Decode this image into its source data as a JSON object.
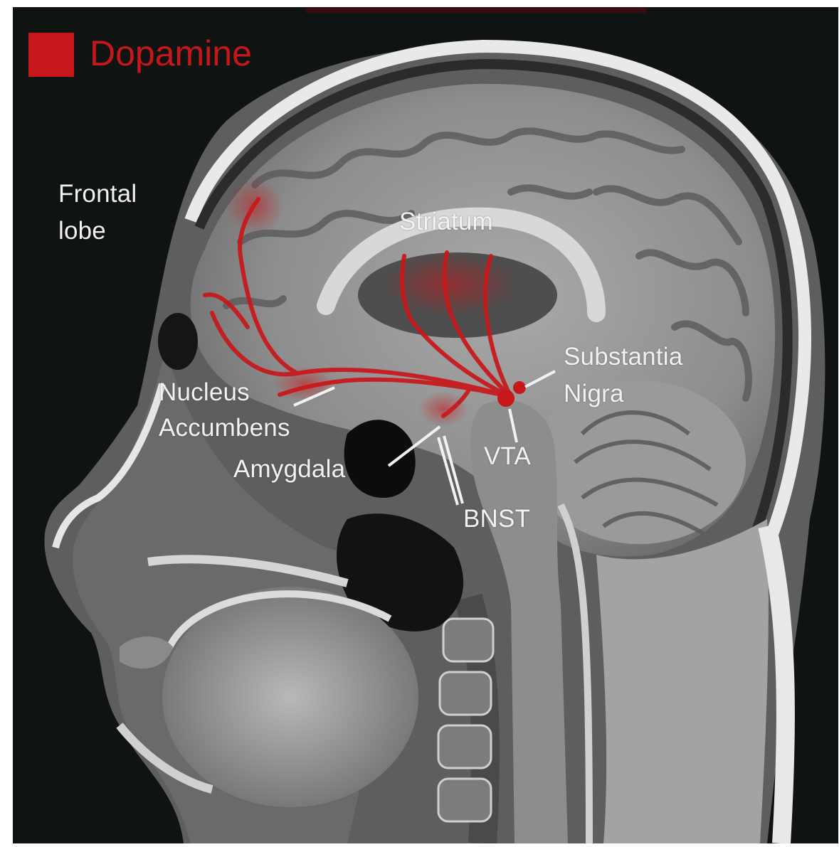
{
  "legend": {
    "label": "Dopamine",
    "color": "#c8171b"
  },
  "labels": {
    "frontal_lobe": [
      "Frontal",
      "lobe"
    ],
    "striatum": "Striatum",
    "substantia_nigra": [
      "Substantia",
      "Nigra"
    ],
    "nucleus_accumbens": [
      "Nucleus",
      "Accumbens"
    ],
    "amygdala": "Amygdala",
    "vta": "VTA",
    "bnst": "BNST"
  },
  "colors": {
    "background": "#0f1311",
    "pathway": "#c8171b",
    "label_text": "#f2f2f2"
  }
}
